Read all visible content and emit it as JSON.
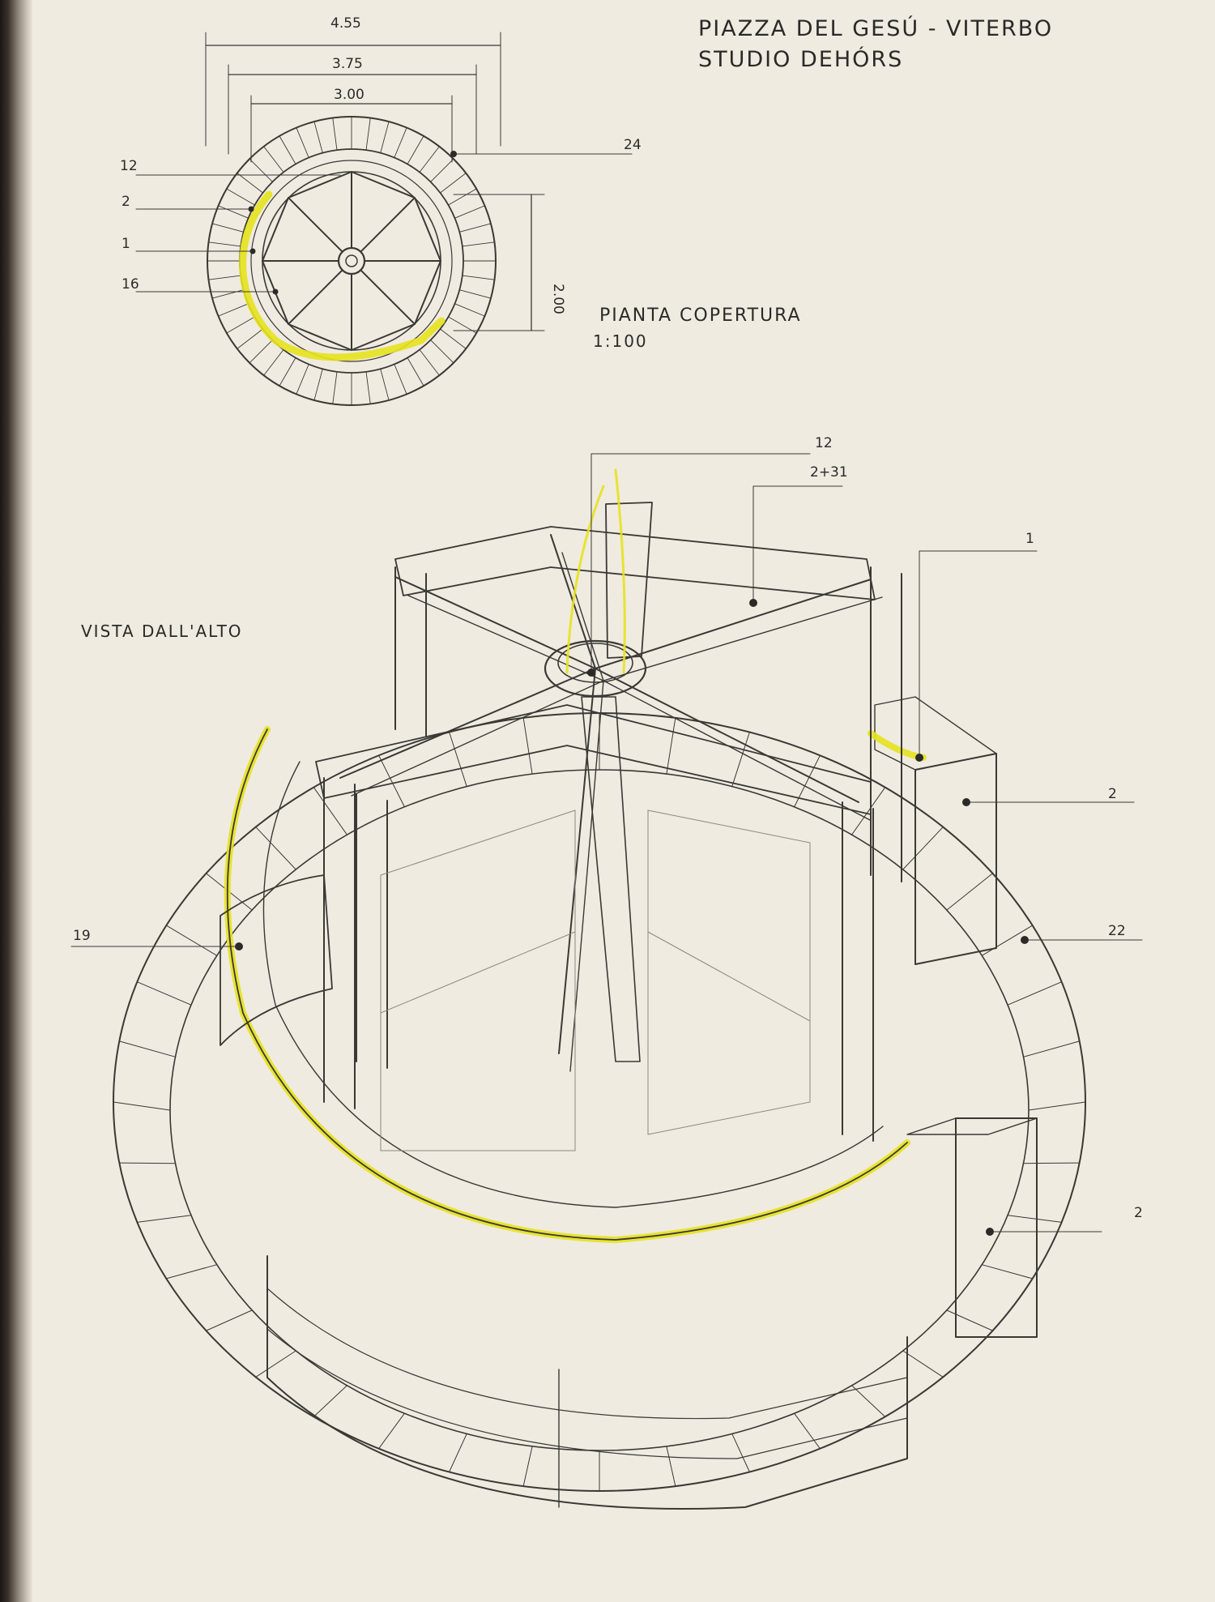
{
  "title": {
    "line1": "PIAZZA DEL GESÚ - VITERBO",
    "line2": "STUDIO DEHÓRS"
  },
  "plan": {
    "caption": "PIANTA COPERTURA",
    "scale": "1:100",
    "dimensions": [
      "4.55",
      "3.75",
      "3.00"
    ],
    "side_dimension": "2.00",
    "callouts": [
      "12",
      "2",
      "1",
      "16",
      "24"
    ]
  },
  "view": {
    "caption": "VISTA DALL'ALTO",
    "callouts": {
      "top_a": "12",
      "top_b": "2+31",
      "right_upper": "1",
      "right_mid": "2",
      "right_low": "22",
      "left": "19",
      "right_base": "2"
    }
  },
  "colors": {
    "paper": "#efebe1",
    "pencil": "#3b3835",
    "highlight": "#e6e21e"
  }
}
